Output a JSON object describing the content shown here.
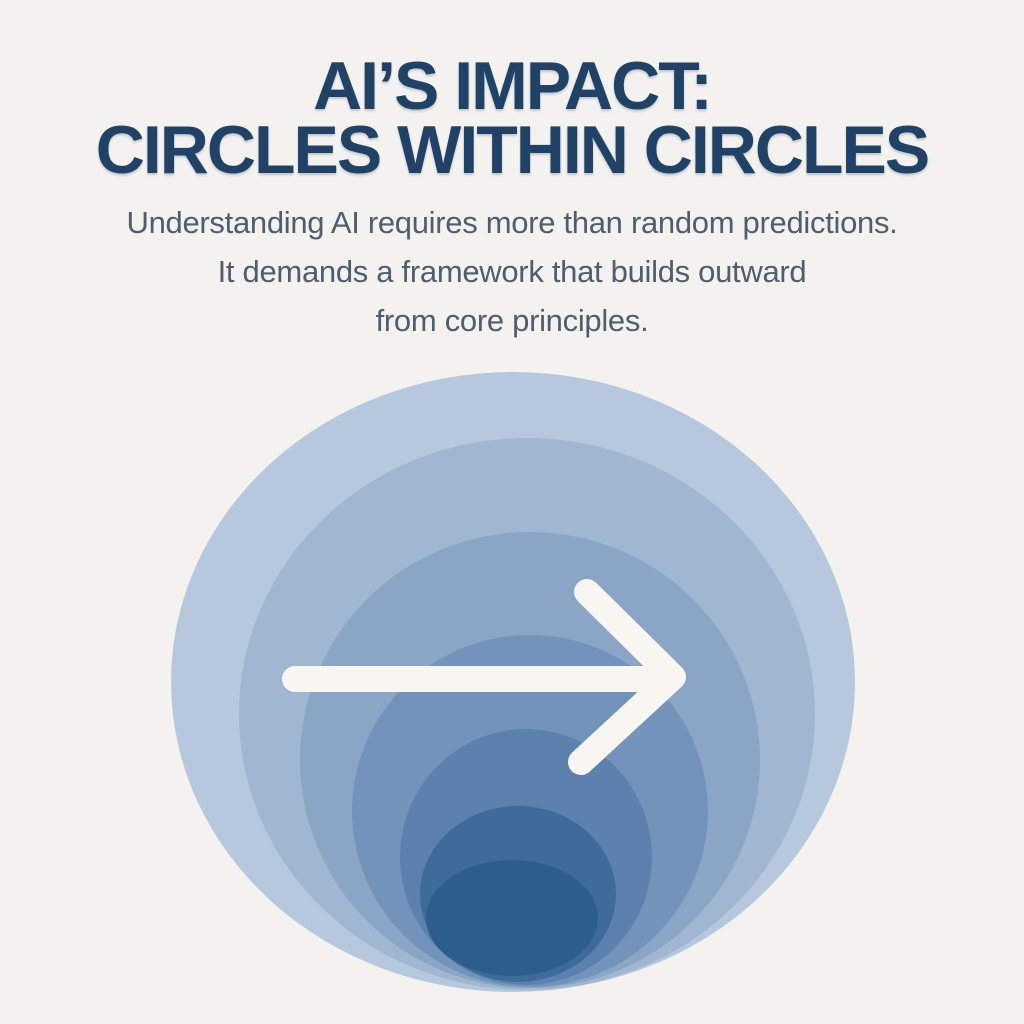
{
  "page": {
    "background": "#f4f2ee"
  },
  "header": {
    "title_line1": "AI’S IMPACT:",
    "title_line2": "CIRCLES WITHIN CIRCLES",
    "title_color": "#1f4266",
    "subtitle_line1": "Understanding AI requires more than random predictions.",
    "subtitle_line2": "It demands a framework that builds outward",
    "subtitle_line3": "from core principles.",
    "subtitle_color": "#4e5e6e"
  },
  "diagram": {
    "type": "concentric-circles-growing-outward",
    "arrow": {
      "direction": "right",
      "color": "#f8f6f1"
    },
    "rings": [
      {
        "name": "ring-outermost",
        "color": "#b6c8dd"
      },
      {
        "name": "ring-2",
        "color": "#a0b6d1"
      },
      {
        "name": "ring-3",
        "color": "#8aa5c6"
      },
      {
        "name": "ring-4",
        "color": "#7294bb"
      },
      {
        "name": "ring-5",
        "color": "#5c81ac"
      },
      {
        "name": "ring-6",
        "color": "#3f6b9a"
      },
      {
        "name": "ring-innermost",
        "color": "#2c5e8c"
      }
    ]
  }
}
